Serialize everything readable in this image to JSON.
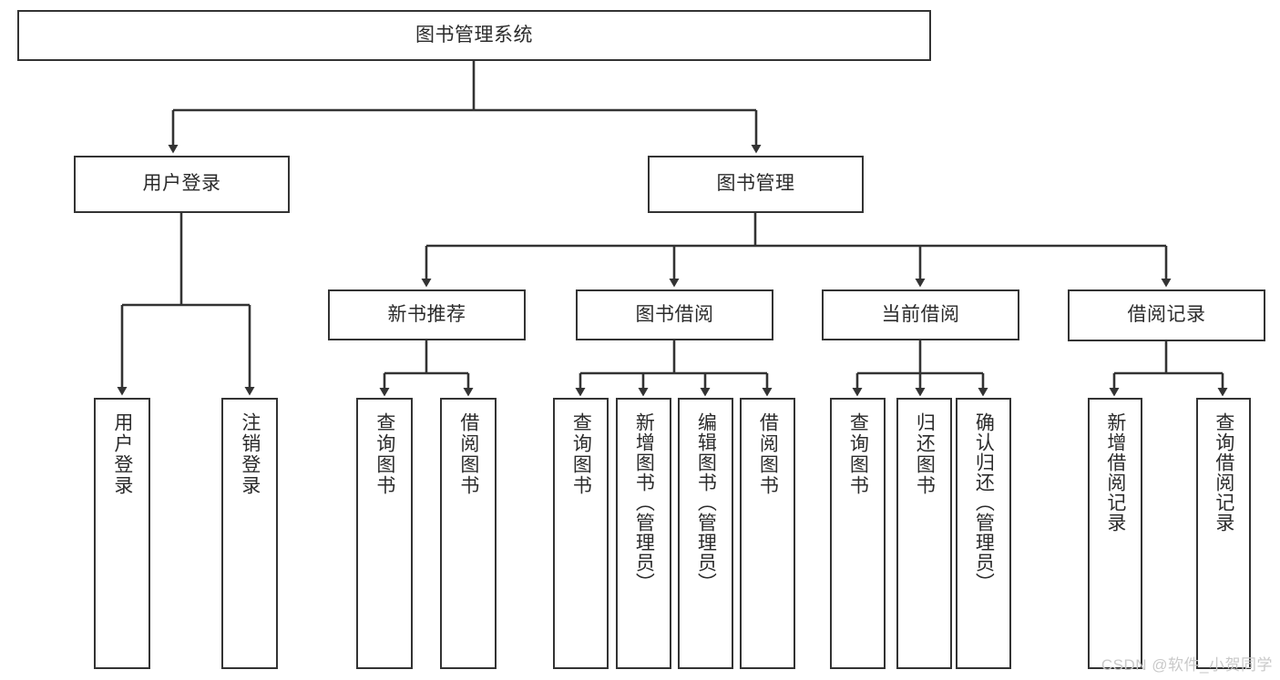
{
  "diagram": {
    "type": "tree-hierarchy",
    "title": "图书管理系统",
    "root": {
      "id": "root",
      "label": "图书管理系统"
    },
    "level2": [
      {
        "id": "user-login",
        "label": "用户登录"
      },
      {
        "id": "book-management",
        "label": "图书管理"
      }
    ],
    "level3": [
      {
        "id": "new-book-recommend",
        "label": "新书推荐",
        "parent": "book-management"
      },
      {
        "id": "book-borrow",
        "label": "图书借阅",
        "parent": "book-management"
      },
      {
        "id": "current-borrow",
        "label": "当前借阅",
        "parent": "book-management"
      },
      {
        "id": "borrow-record",
        "label": "借阅记录",
        "parent": "book-management"
      }
    ],
    "leaves": [
      {
        "id": "leaf-user-login",
        "label": "用户登录",
        "parent": "user-login"
      },
      {
        "id": "leaf-logout-login",
        "label": "注销登录",
        "parent": "user-login"
      },
      {
        "id": "leaf-query-book-1",
        "label": "查询图书",
        "parent": "new-book-recommend"
      },
      {
        "id": "leaf-borrow-book-1",
        "label": "借阅图书",
        "parent": "new-book-recommend"
      },
      {
        "id": "leaf-query-book-2",
        "label": "查询图书",
        "parent": "book-borrow"
      },
      {
        "id": "leaf-add-book",
        "label": "新增图书（管理员）",
        "parent": "book-borrow"
      },
      {
        "id": "leaf-edit-book",
        "label": "编辑图书（管理员）",
        "parent": "book-borrow"
      },
      {
        "id": "leaf-borrow-book-2",
        "label": "借阅图书",
        "parent": "book-borrow"
      },
      {
        "id": "leaf-query-book-3",
        "label": "查询图书",
        "parent": "current-borrow"
      },
      {
        "id": "leaf-return-book",
        "label": "归还图书",
        "parent": "current-borrow"
      },
      {
        "id": "leaf-confirm-return",
        "label": "确认归还（管理员）",
        "parent": "current-borrow"
      },
      {
        "id": "leaf-add-record",
        "label": "新增借阅记录",
        "parent": "borrow-record"
      },
      {
        "id": "leaf-query-record",
        "label": "查询借阅记录",
        "parent": "borrow-record"
      }
    ],
    "colors": {
      "line": "#333333",
      "box_border": "#333333",
      "box_fill": "#ffffff",
      "text": "#2b2b2b",
      "watermark": "#c9c9c9",
      "background": "#ffffff"
    }
  },
  "watermark": {
    "text": "CSDN @软件_小贺同学"
  }
}
